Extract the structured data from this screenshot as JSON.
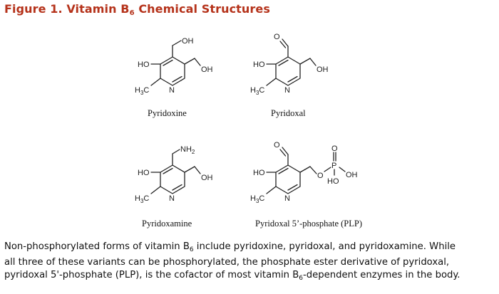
{
  "figure": {
    "title_prefix": "Figure 1. Vitamin B",
    "title_sub": "6",
    "title_suffix": " Chemical Structures"
  },
  "atoms": {
    "ho": "HO",
    "oh": "OH",
    "o": "O",
    "n": "N",
    "h3c_h": "H",
    "h3c_sub": "3",
    "h3c_c": "C",
    "nh2_n": "NH",
    "nh2_sub": "2",
    "p": "P"
  },
  "molecules": [
    {
      "name": "Pyridoxine"
    },
    {
      "name": "Pyridoxal"
    },
    {
      "name": "Pyridoxamine"
    },
    {
      "name": "Pyridoxal 5’-phosphate (PLP)"
    }
  ],
  "caption": {
    "line1_a": "Non-phosphorylated forms of vitamin B",
    "line1_sub": "6",
    "line1_b": " include pyridoxine, pyridoxal, and pyridoxamine. While",
    "line2": "all three of these variants can be phosphorylated, the phosphate ester derivative of pyridoxal,",
    "line3_a": "pyridoxal 5'-phosphate (PLP), is the cofactor of most vitamin B",
    "line3_sub": "6",
    "line3_b": "-dependent enzymes in the body."
  }
}
